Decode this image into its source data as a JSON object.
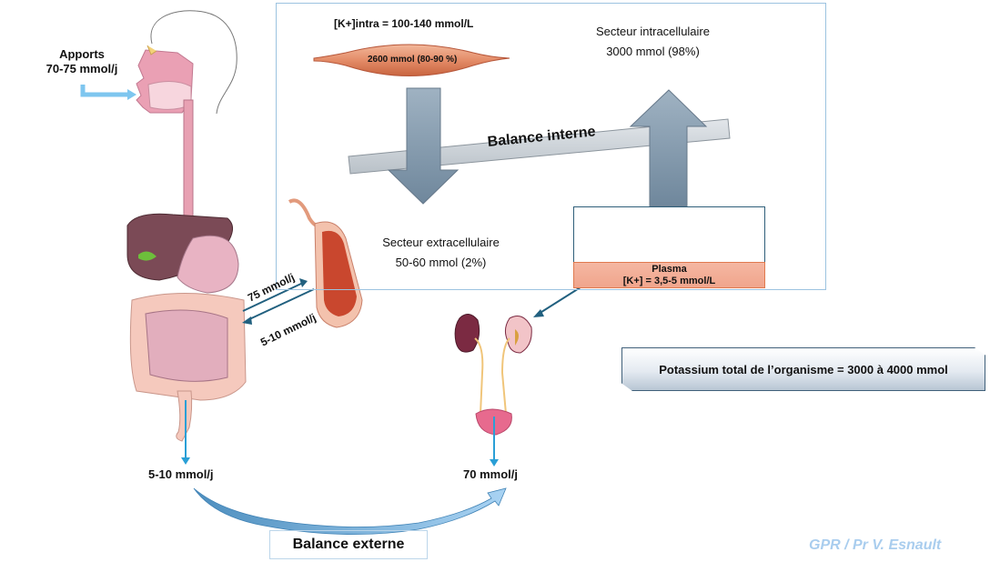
{
  "intake": {
    "title": "Apports",
    "amount": "70-75 mmol/j"
  },
  "intracellular": {
    "concentration": "[K+]intra = 100-140 mmol/L",
    "muscle_label": "2600 mmol (80-90 %)",
    "sector_title": "Secteur intracellulaire",
    "sector_amount": "3000 mmol (98%)"
  },
  "internal_balance": {
    "label": "Balance interne"
  },
  "extracellular": {
    "sector_title": "Secteur extracellulaire",
    "sector_amount": "50-60 mmol (2%)"
  },
  "plasma": {
    "title": "Plasma",
    "concentration": "[K+] = 3,5-5 mmol/L"
  },
  "gut_exchange": {
    "absorption": "75 mmol/j",
    "secretion": "5-10 mmol/j"
  },
  "outputs": {
    "fecal": "5-10 mmol/j",
    "urinary": "70 mmol/j"
  },
  "total_potassium": "Potassium total de l’organisme = 3000 à 4000 mmol",
  "external_balance": {
    "label": "Balance externe"
  },
  "credit": "GPR / Pr V. Esnault",
  "colors": {
    "arrow_blue": "#2a9fd6",
    "dark_arrow": "#21607f",
    "grey_arrow": "#8299ae",
    "plasma_fill": "#f3ae96",
    "credit": "#a9cdee"
  }
}
